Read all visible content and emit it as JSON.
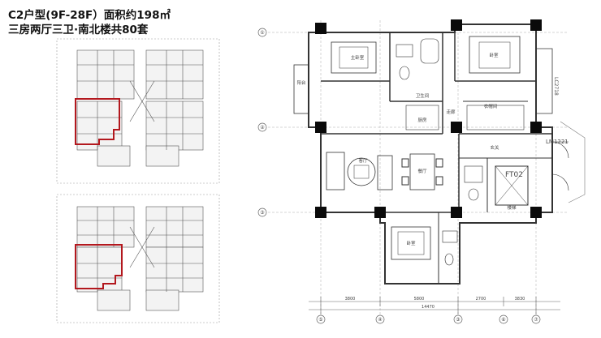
{
  "header": {
    "line1": "C2户型(9F-28F）面积约198㎡",
    "line2": "三房两厅三卫·南北楼共80套"
  },
  "plan": {
    "rooms": {
      "master_bedroom": "主卧室",
      "bedroom": "卧室",
      "living": "客厅",
      "dining": "餐厅",
      "bedroom_south": "卧室",
      "kitchen": "厨房",
      "closet": "衣帽间",
      "hall": "走廊",
      "balcony": "阳台",
      "foyer": "玄关",
      "stair": "楼梯",
      "bath": "卫生间"
    },
    "tags": {
      "lm": "LM1221",
      "lc": "LC2718",
      "ft": "FT02"
    },
    "grid_bottom": [
      "⑤",
      "④",
      "③",
      "⑥",
      "⑦"
    ],
    "grid_left": [
      "①",
      "②",
      "③"
    ],
    "dims_bottom": [
      "3800",
      "5800",
      "14470",
      "2700",
      "3830"
    ]
  },
  "colors": {
    "highlight": "#b3181e",
    "line": "#333333",
    "column": "#0a0a0a"
  }
}
